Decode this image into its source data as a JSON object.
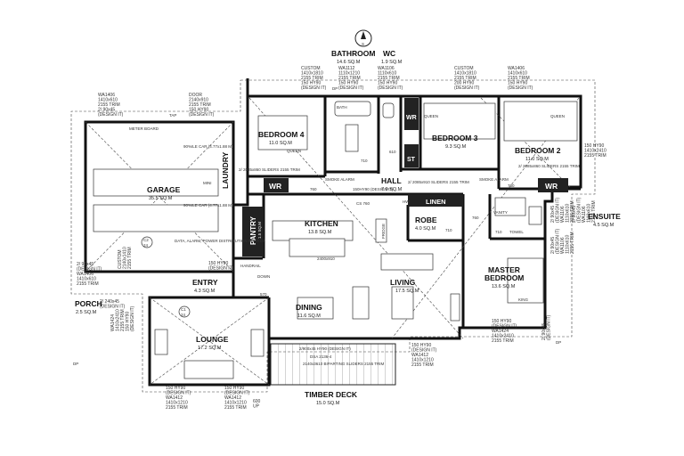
{
  "rooms": {
    "bathroom": {
      "name": "BATHROOM",
      "area": "14.6 SQ.M"
    },
    "wc": {
      "name": "WC",
      "area": "1.9 SQ.M"
    },
    "bedroom4": {
      "name": "BEDROOM 4",
      "area": "11.0 SQ.M"
    },
    "bedroom3": {
      "name": "BEDROOM 3",
      "area": "9.3 SQ.M"
    },
    "bedroom2": {
      "name": "BEDROOM 2",
      "area": "11.0 SQ.M"
    },
    "garage": {
      "name": "GARAGE",
      "area": "35.5 SQ.M"
    },
    "laundry": {
      "name": "LAUNDRY"
    },
    "hall": {
      "name": "HALL",
      "area": "7.9 SQ.M"
    },
    "kitchen": {
      "name": "KITCHEN",
      "area": "13.8 SQ.M"
    },
    "pantry": {
      "name": "PANTRY",
      "area": "1.5 SQ.M"
    },
    "robe": {
      "name": "ROBE",
      "area": "4.0 SQ.M"
    },
    "linen": {
      "name": "LINEN"
    },
    "ensuite": {
      "name": "ENSUITE",
      "area": "4.5 SQ.M"
    },
    "entry": {
      "name": "ENTRY",
      "area": "4.3 SQ.M"
    },
    "living": {
      "name": "LIVING",
      "area": "17.5 SQ.M"
    },
    "master": {
      "name": "MASTER",
      "name2": "BEDROOM",
      "area": "13.6 SQ.M"
    },
    "porch": {
      "name": "PORCH",
      "area": "2.5 SQ.M"
    },
    "dining": {
      "name": "DINING",
      "area": "11.6 SQ.M"
    },
    "lounge": {
      "name": "LOUNGE",
      "area": "17.2 SQ.M"
    },
    "deck": {
      "name": "TIMBER DECK",
      "area": "15.0 SQ.M"
    }
  },
  "labels": {
    "wr": "WR",
    "st": "ST",
    "dp": "DP",
    "queen": "QUEEN",
    "king": "KING",
    "bath": "BATH",
    "vanity": "VANITY",
    "towel": "TOWEL",
    "fridge": "FRIDGE",
    "meter_board": "METER BOARD",
    "smoke_alarm": "SMOKE ALARM",
    "down": "DOWN",
    "down_val": "570",
    "c1": "C1",
    "c2": "C2",
    "c_num": "24",
    "d760": "760",
    "d710": "710",
    "d610": "610",
    "cs760": "CS 760",
    "hw": "HW",
    "sliders_bed": "2/ 2085x910 SLIDERS 2155 TRIM",
    "sliders_bed4": "2/ 2085x860 SLIDERS 2155 TRIM",
    "sliders_bed2": "2/ 2085x860 SLIDERS 2155 TRIM",
    "sliders_bed3": "2/ 2085x860 SLIDERS",
    "hall_hy": "150HY90 (DESIGN IT)",
    "car1": "90%ILE CAR (4.77x1.88 M)",
    "car2": "90%ILE CAR (4.77x1.88 M)",
    "data_alarm": "DATA, ALARM, POWER DISTRIBUTION BOARDS",
    "mini": "MINI",
    "tap": "TAP",
    "handrail": "HANDRAIL",
    "dsa": "DSA 2136-4",
    "deck_slider": "2140x3610 BIPARTING SLIDERS 2155 TRIM",
    "deck_hy": "2/900x45 HY90 (DESIGN IT)",
    "dining_win": "2400x910"
  },
  "windows": {
    "bath_custom": [
      "CUSTOM",
      "1410x1810",
      "2155 TRIM",
      "150 HY90",
      "(DESIGN IT)"
    ],
    "wa1112": [
      "WA1112",
      "1110x1210",
      "2155 TRIM",
      "150 HY90",
      "(DESIGN IT)"
    ],
    "wa1106": [
      "WA1106",
      "1110x610",
      "2155 TRIM",
      "150 HY90",
      "(DESIGN IT)"
    ],
    "bed3_custom": [
      "CUSTOM",
      "1410x1810",
      "2155 TRIM",
      "200 HY90",
      "(DESIGN IT)"
    ],
    "bed2_wa1406": [
      "WA1406",
      "1410x610",
      "2155 TRIM",
      "150 HY90",
      "(DESIGN IT)"
    ],
    "garage_wa1406": [
      "WA1406",
      "1410x610",
      "2155 TRIM",
      "2/ 90x45",
      "(DESIGN IT)"
    ],
    "garage_door": [
      "DOOR",
      "2140x910",
      "2155 TRIM",
      "150 HY90",
      "(DESIGN IT)"
    ],
    "right_hy": [
      "150 HY90",
      "1410x2410",
      "2155 TRIM"
    ],
    "ens1": [
      "2/ 90x45",
      "(DESIGN IT)",
      "WA1106",
      "1110x610",
      "2155 TRIM"
    ],
    "ens2": [
      "2/ 90x45",
      "(DESIGN IT)",
      "WA1106",
      "1110x610",
      "2155 TRIM"
    ],
    "master_wa1424": [
      "150 HY90",
      "(DESIGN IT)",
      "WA1424",
      "1410x2410",
      "2155 TRIM"
    ],
    "living_wa1412": [
      "150 HY90",
      "(DESIGN IT)",
      "WA1412",
      "1410x1210",
      "2155 TRIM"
    ],
    "porch_wa1406": [
      "2/ 90x45",
      "(DESIGN IT)",
      "WA1406",
      "1410x610",
      "2155 TRIM"
    ],
    "lounge_wa1424": [
      "WA1424",
      "1410x2410",
      "2155 TRIM",
      "150 HY90",
      "(DESIGN IT)"
    ],
    "entry_custom": [
      "CUSTOM",
      "2140x1410",
      "2155 TRIM"
    ],
    "entry_hy": [
      "150 HY90",
      "(DESIGN IT)"
    ],
    "porch_240": [
      "2/ 240x45",
      "(DESIGN IT)"
    ],
    "lounge_b1": [
      "150 HY90",
      "(DESIGN IT)",
      "WA1412",
      "1410x1210",
      "2155 TRIM"
    ],
    "lounge_b2": [
      "150 HY90",
      "(DESIGN IT)",
      "WA1412",
      "1410x1210",
      "2155 TRIM"
    ],
    "lounge_b3": [
      "600",
      "UP"
    ],
    "master_side": [
      "2/ 90x45",
      "(DESIGN IT)",
      "WA1106",
      "1110x610",
      "2155 TRIM"
    ],
    "master_side2": [
      "2/ 90x45",
      "(DESIGN IT)"
    ]
  }
}
